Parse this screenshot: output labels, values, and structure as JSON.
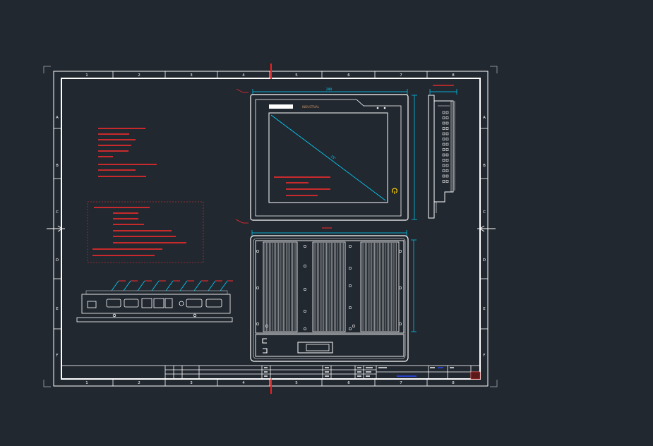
{
  "colors": {
    "background": "#222830",
    "border": "#ffffff",
    "dimension": "#00d4ff",
    "notes": "#ff2a2a",
    "marker": "#ff1a1a",
    "accent": "#ffd400",
    "brand": "#c89060"
  },
  "frame": {
    "column_labels": [
      "1",
      "2",
      "3",
      "4",
      "5",
      "6",
      "7",
      "8"
    ],
    "row_labels_left": [
      "A",
      "B",
      "C",
      "D",
      "E",
      "F"
    ],
    "row_labels_right": [
      "A",
      "B",
      "C",
      "D",
      "E",
      "F"
    ]
  },
  "front_view": {
    "brand_label": "INDUSTRIAL",
    "width_label": "290",
    "top_label": "",
    "diagonal_label": "15\"",
    "power_icon": "power-icon"
  },
  "title_block": {
    "labels": [
      "",
      "",
      "",
      "",
      "",
      "",
      "",
      ""
    ]
  }
}
